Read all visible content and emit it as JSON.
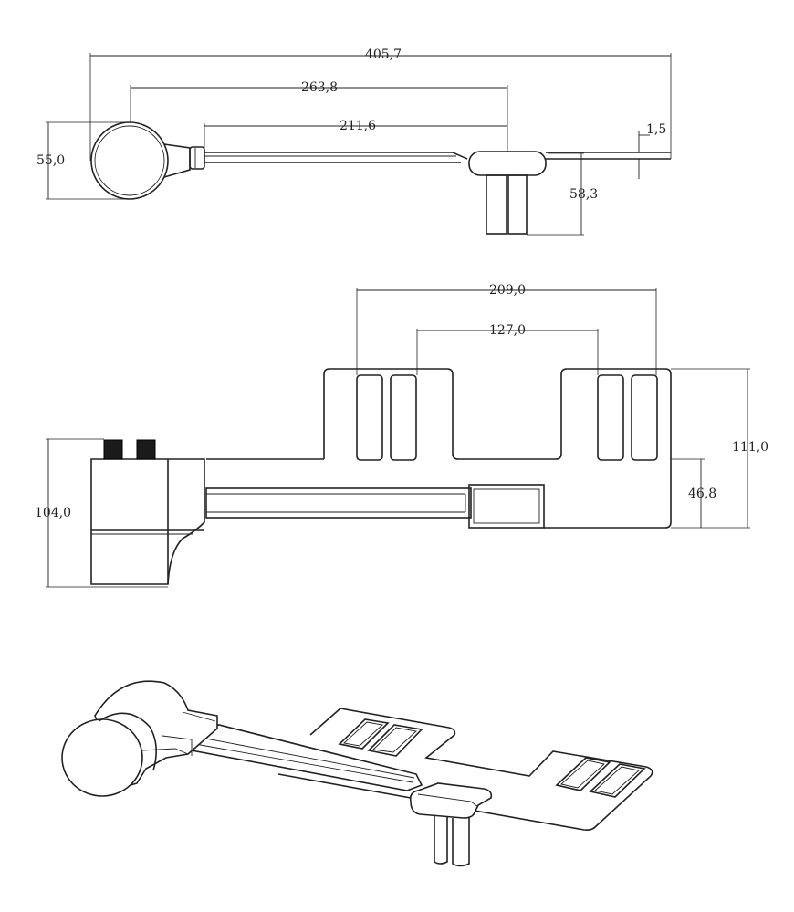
{
  "drawing": {
    "top_view": {
      "dimensions": {
        "overall_length": "405,7",
        "to_nozzle_center": "263,8",
        "arm_length": "211,6",
        "plate_thickness": "1,5",
        "knob_diameter": "55,0",
        "nozzle_height": "58,3"
      }
    },
    "front_view": {
      "dimensions": {
        "outer_slot_span": "209,0",
        "inner_slot_span": "127,0",
        "plate_depth": "111,0",
        "arm_offset": "46,8",
        "body_height": "104,0"
      }
    },
    "colors": {
      "line": "#222222",
      "background": "#ffffff"
    }
  }
}
